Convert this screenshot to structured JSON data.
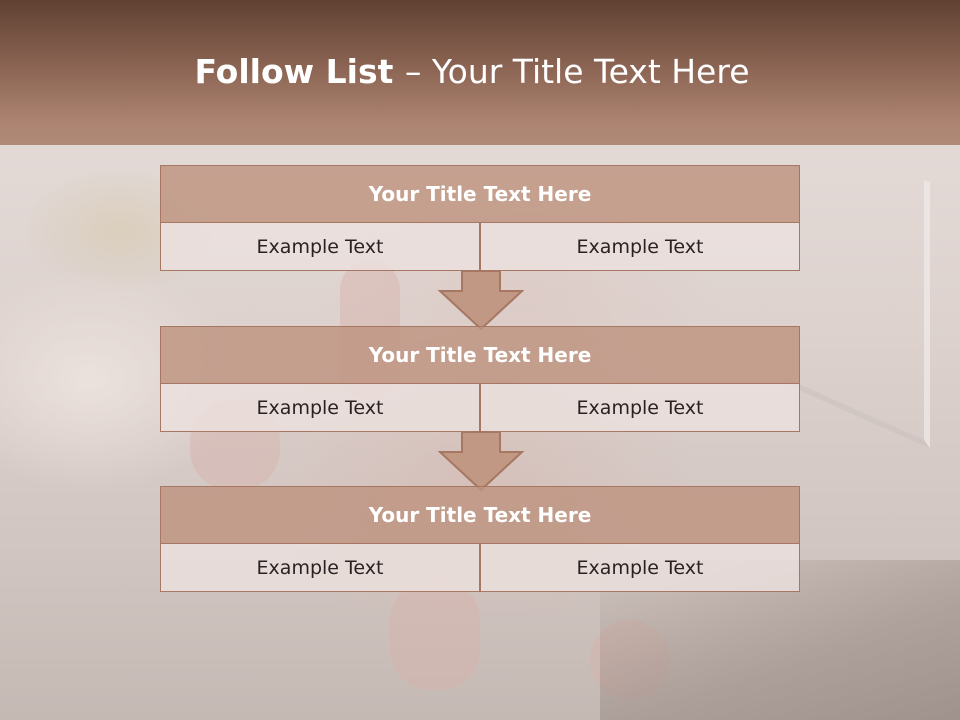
{
  "header": {
    "title_bold": "Follow List ",
    "title_rest": " – Your Title Text Here"
  },
  "steps": [
    {
      "title": "Your Title Text Here",
      "left": "Example Text",
      "right": "Example Text"
    },
    {
      "title": "Your Title Text Here",
      "left": "Example Text",
      "right": "Example Text"
    },
    {
      "title": "Your Title Text Here",
      "left": "Example Text",
      "right": "Example Text"
    }
  ],
  "colors": {
    "header_top": "#5f4132",
    "header_bottom": "#b08a78",
    "box_head": "#be9480",
    "box_border": "#a67763",
    "cell_fill": "#ece0de"
  }
}
